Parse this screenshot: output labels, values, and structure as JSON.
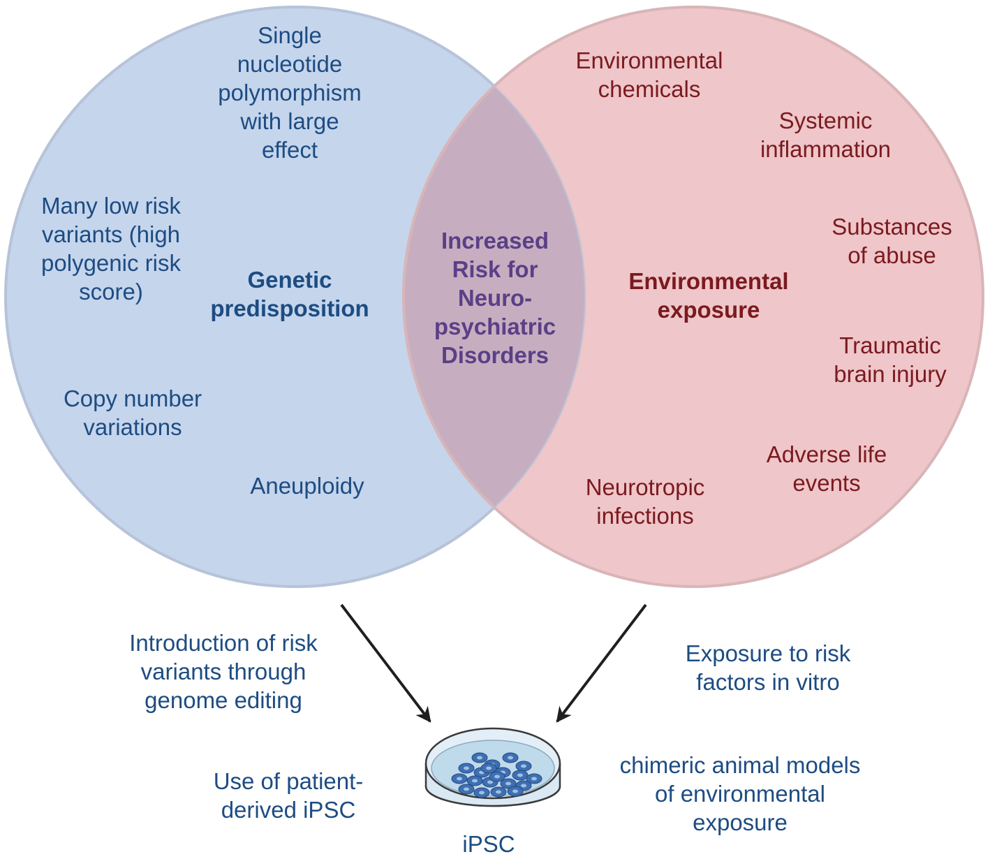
{
  "colors": {
    "genetic_fill": "#c5d5ec",
    "genetic_stroke": "#b6c3d8",
    "environment_fill": "#efc6c9",
    "environment_stroke": "#d8b5b8",
    "overlap_fill": "#c6aec0",
    "genetic_text": "#1d4c82",
    "environment_text": "#7a1a1f",
    "overlap_text": "#5b3f86",
    "arrow": "#1f1f1f"
  },
  "genetic": {
    "title": "Genetic\npredisposition",
    "items": [
      "Single\nnucleotide\npolymorphism\nwith large\neffect",
      "Many low risk\nvariants (high\npolygenic risk\nscore)",
      "Copy number\nvariations",
      "Aneuploidy"
    ]
  },
  "environment": {
    "title": "Environmental\nexposure",
    "items": [
      "Environmental\nchemicals",
      "Systemic\ninflammation",
      "Substances\nof abuse",
      "Traumatic\nbrain injury",
      "Adverse life\nevents",
      "Neurotropic\ninfections"
    ]
  },
  "overlap": {
    "title": "Increased\nRisk for\nNeuro-\npsychiatric\nDisorders"
  },
  "models": {
    "genome_editing": "Introduction of risk\nvariants through\ngenome editing",
    "in_vitro": "Exposure to risk\nfactors in vitro",
    "patient_ipsc": "Use of patient-\nderived iPSC",
    "chimeric": "chimeric animal models\nof environmental\nexposure",
    "dish_label": "iPSC"
  },
  "icons": {
    "dish": "petri-dish-icon"
  }
}
